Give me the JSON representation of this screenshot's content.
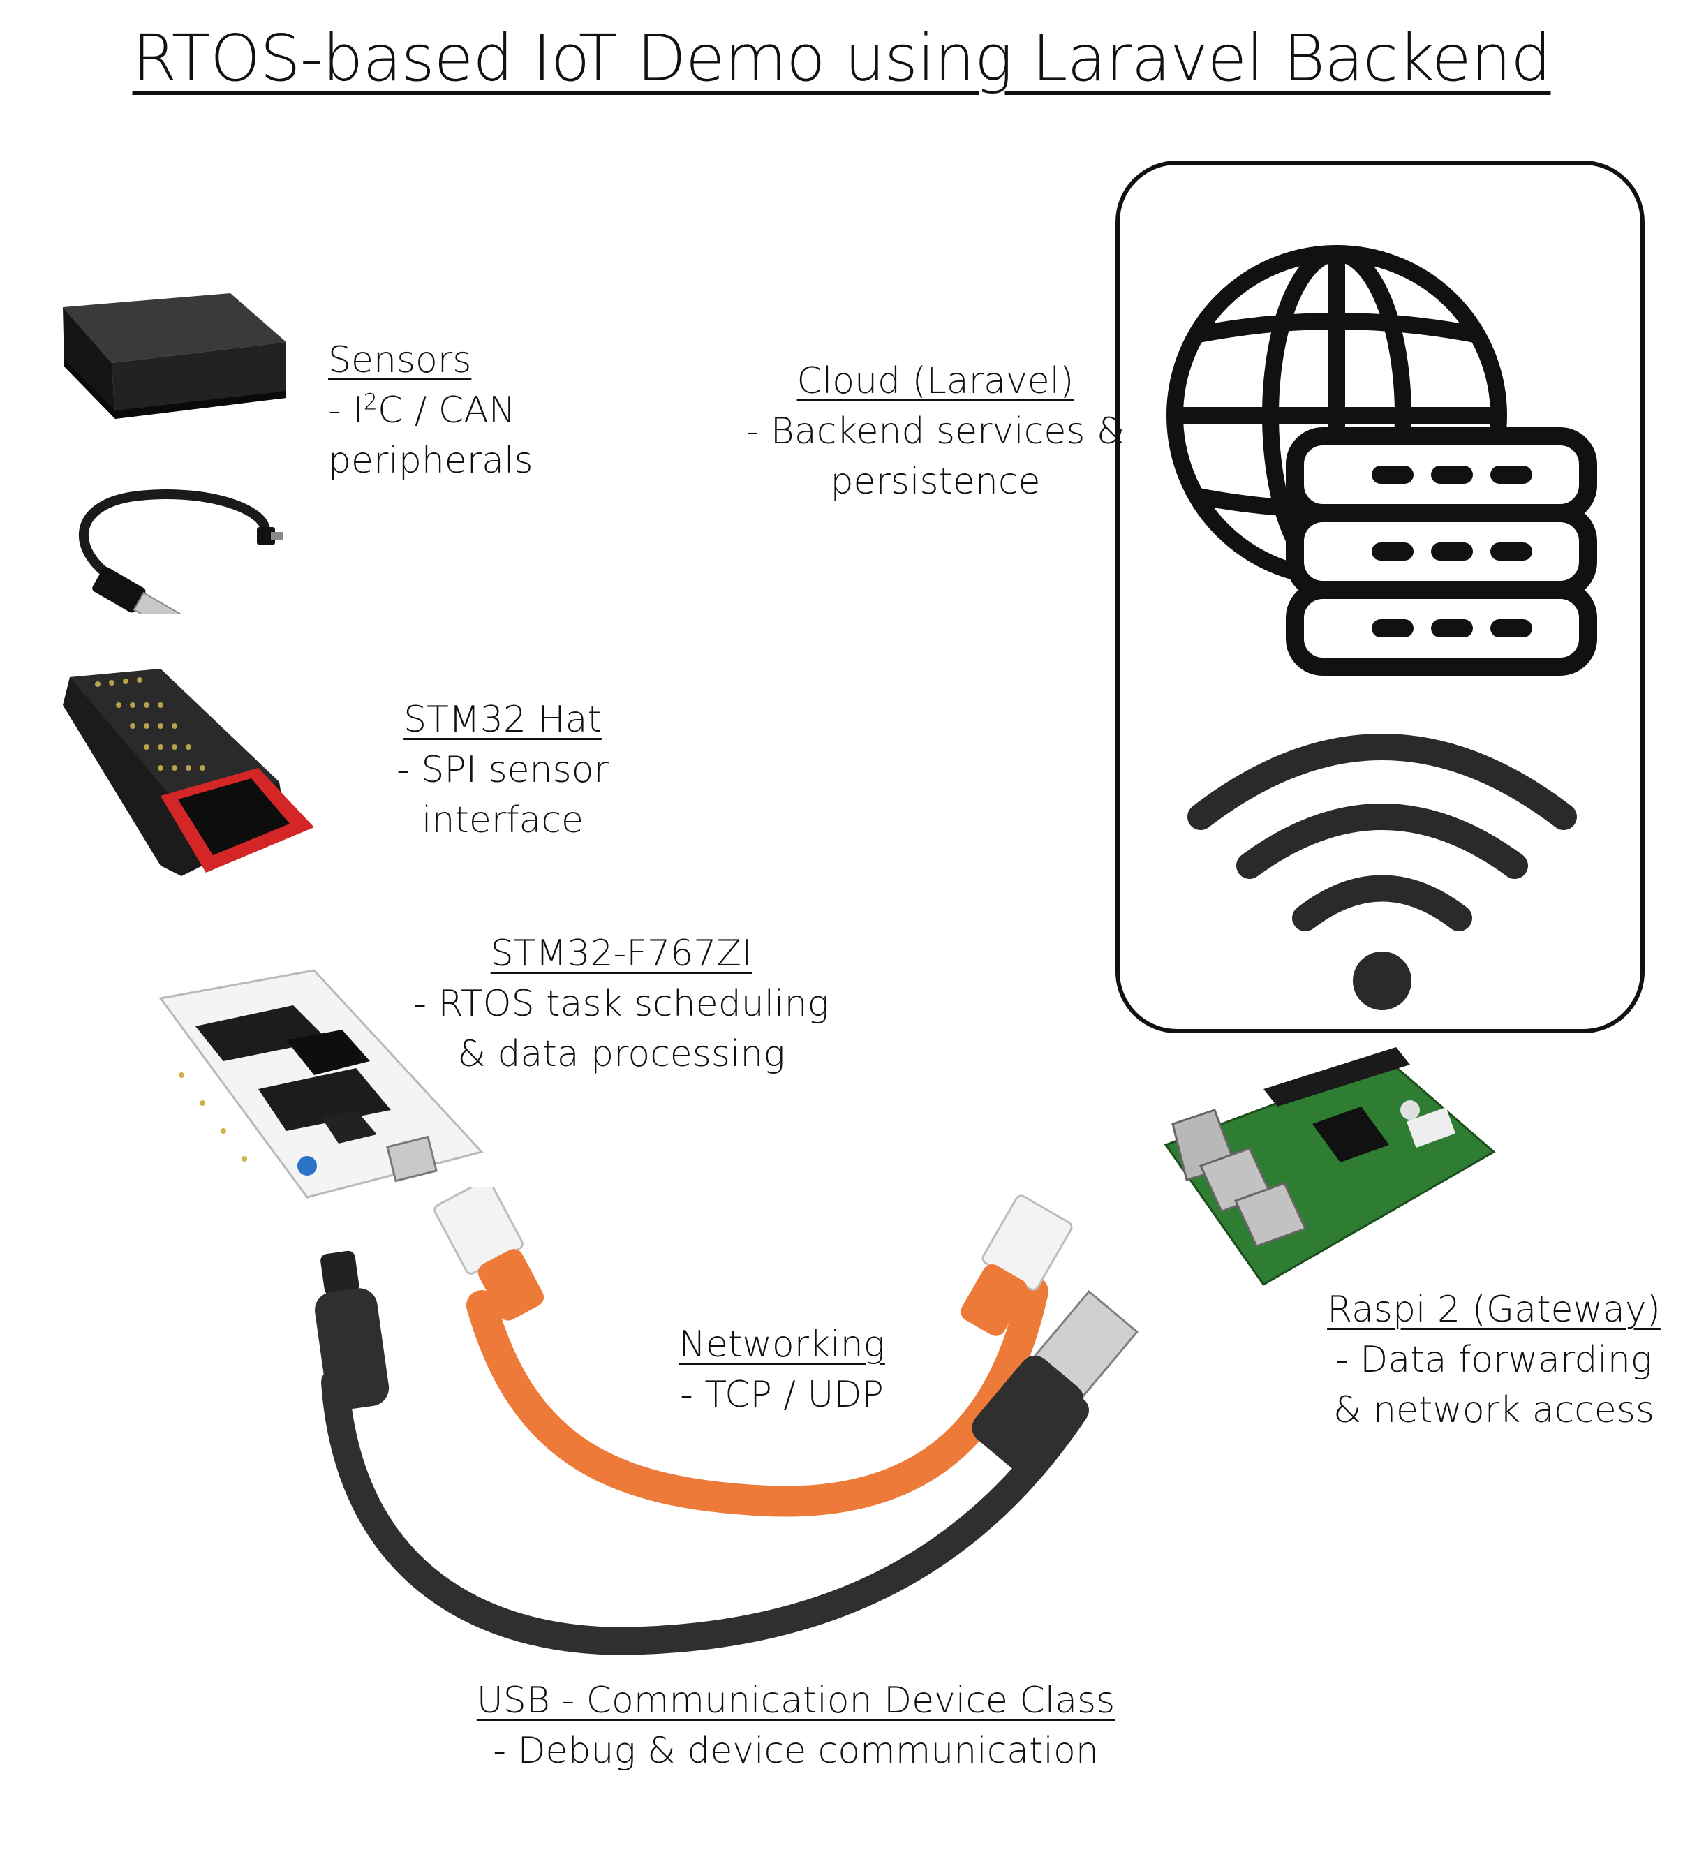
{
  "title": "RTOS-based IoT Demo using Laravel Backend",
  "sensors": {
    "heading": "Sensors",
    "line1_pre": "- I",
    "line1_sup": "2",
    "line1_post": "C / CAN",
    "line2": "peripherals"
  },
  "cloud": {
    "heading": "Cloud (Laravel)",
    "line1": "- Backend services &",
    "line2": "persistence"
  },
  "hat": {
    "heading": "STM32 Hat",
    "line1": "- SPI sensor interface"
  },
  "mcu": {
    "heading": "STM32-F767ZI",
    "line1": "- RTOS task scheduling",
    "line2": "& data processing"
  },
  "networking": {
    "heading": "Networking",
    "line1": "- TCP / UDP"
  },
  "gateway": {
    "heading": "Raspi 2 (Gateway)",
    "line1": "- Data forwarding",
    "line2": "& network access"
  },
  "usb": {
    "heading": "USB - Communication Device Class",
    "line1": "- Debug & device communication"
  },
  "colors": {
    "ethernet_cable": "#ee7a3a",
    "usb_cable": "#2f2f2f",
    "hat_pcb": "#222222",
    "display_border": "#d42626",
    "nucleo_pcb": "#f2f2f2",
    "raspi_pcb": "#2e7d32"
  }
}
